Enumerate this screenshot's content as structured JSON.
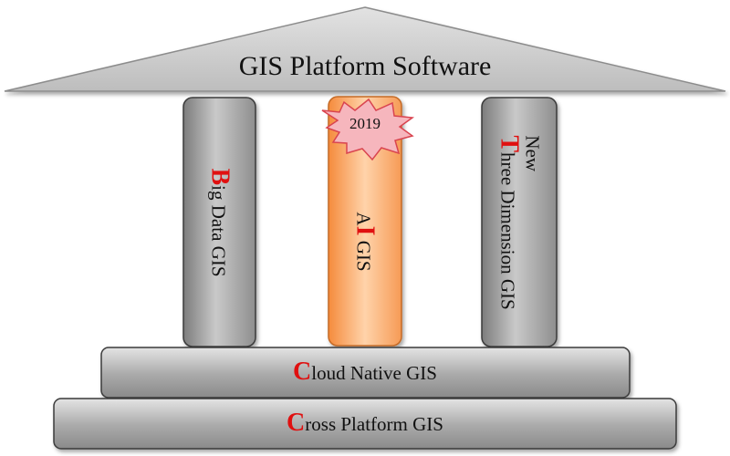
{
  "roof": {
    "title": "GIS Platform Software"
  },
  "pillars": [
    {
      "initial": "B",
      "rest": "ig Data GIS"
    },
    {
      "prefix": "A",
      "initial": "I",
      "rest": " GIS",
      "badge": "2019"
    },
    {
      "line1": "New",
      "initial": "T",
      "rest": "hree Dimension GIS"
    }
  ],
  "bases": [
    {
      "initial": "C",
      "rest": "loud Native GIS"
    },
    {
      "initial": "C",
      "rest": "ross Platform GIS"
    }
  ],
  "colors": {
    "accent_red": "#e01010",
    "gray_fill": "#a8a8a8",
    "highlight_fill": "#f7a860",
    "badge_fill": "#f6b6bd"
  }
}
